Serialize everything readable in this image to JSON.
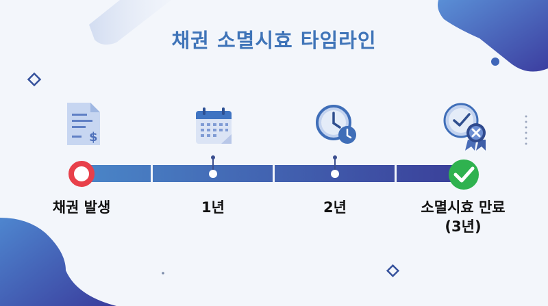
{
  "title": "채권 소멸시효 타임라인",
  "milestones": [
    {
      "label": "채권 발생",
      "icon": "document-dollar-icon",
      "marker": "start-ring"
    },
    {
      "label": "1년",
      "icon": "calendar-icon",
      "marker": "dot"
    },
    {
      "label": "2년",
      "icon": "clock-icon",
      "marker": "dot"
    },
    {
      "label": "소멸시효 만료\n(3년)",
      "icon": "clock-badge-icon",
      "marker": "check"
    }
  ],
  "colors": {
    "title": "#3f74b8",
    "bar_start": "#4a86c8",
    "bar_end": "#3a3f99",
    "start_ring": "#e8404a",
    "check": "#2fb24f",
    "text": "#111111"
  }
}
